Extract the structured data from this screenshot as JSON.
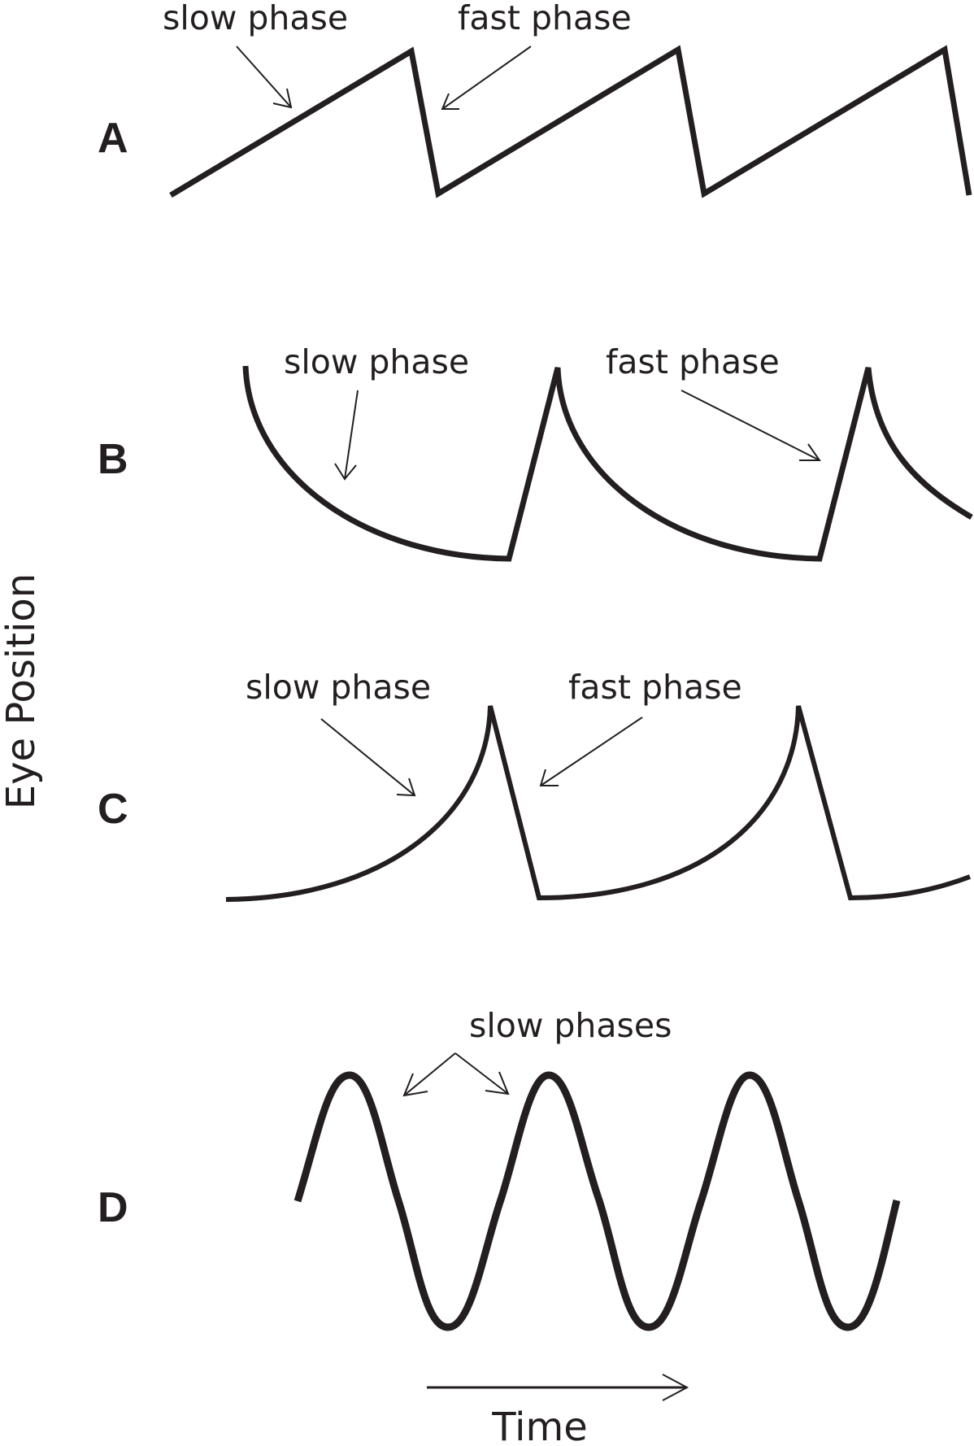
{
  "y_axis_label": "Eye Position",
  "x_axis_label": "Time",
  "colors": {
    "ink": "#231f20",
    "background": "#ffffff"
  },
  "panels": [
    {
      "letter": "A",
      "annotations": [
        "slow phase",
        "fast phase"
      ]
    },
    {
      "letter": "B",
      "annotations": [
        "slow phase",
        "fast phase"
      ]
    },
    {
      "letter": "C",
      "annotations": [
        "slow phase",
        "fast phase"
      ]
    },
    {
      "letter": "D",
      "annotations": [
        "slow phases"
      ]
    }
  ]
}
